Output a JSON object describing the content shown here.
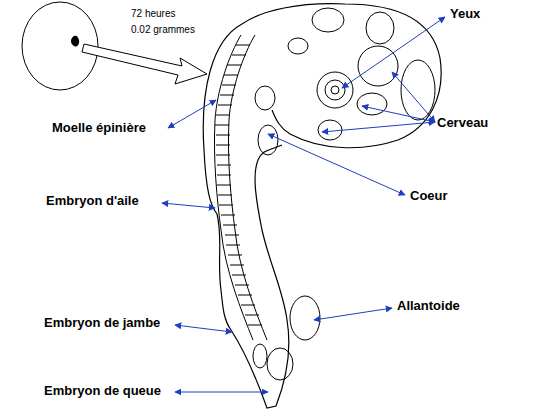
{
  "diagram": {
    "labels": [
      "72 heures",
      "0.02 grammes",
      "Yeux",
      "Moelle épinière",
      "Cerveau",
      "Coeur",
      "Embryon d'aile",
      "Allantoide",
      "Embryon de jambe",
      "Embryon de queue"
    ]
  }
}
